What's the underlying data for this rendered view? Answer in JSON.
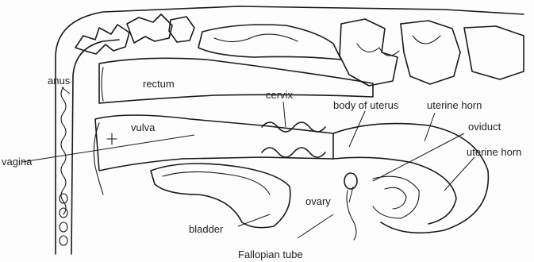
{
  "labels": {
    "anus": "anus",
    "rectum": "rectum",
    "cervix": "cervix",
    "body_of_uterus": "body of uterus",
    "uterine_horn_top": "uterine horn",
    "oviduct": "oviduct",
    "uterine_horn_right": "uterine horn",
    "vulva": "vulva",
    "vagina": "vagina",
    "ovary": "ovary",
    "bladder": "bladder",
    "fallopian_tube": "Fallopian tube"
  },
  "style": {
    "ink": "#1a1a1a",
    "background": "#fdfdfd"
  }
}
